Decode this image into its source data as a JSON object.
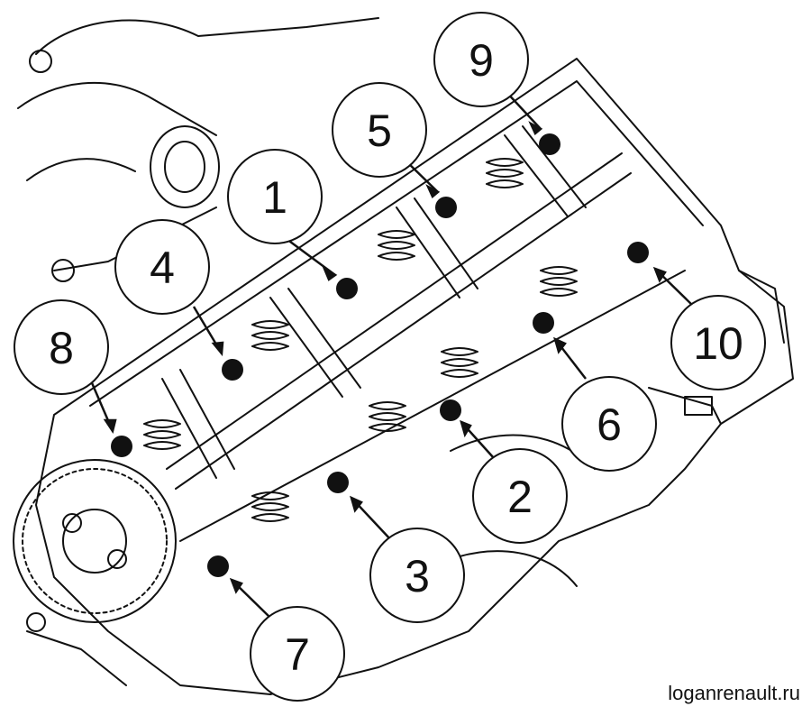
{
  "figure": {
    "callouts": [
      {
        "id": "1",
        "label": "1"
      },
      {
        "id": "2",
        "label": "2"
      },
      {
        "id": "3",
        "label": "3"
      },
      {
        "id": "4",
        "label": "4"
      },
      {
        "id": "5",
        "label": "5"
      },
      {
        "id": "6",
        "label": "6"
      },
      {
        "id": "7",
        "label": "7"
      },
      {
        "id": "8",
        "label": "8"
      },
      {
        "id": "9",
        "label": "9"
      },
      {
        "id": "10",
        "label": "10"
      }
    ]
  },
  "watermark": "loganrenault.ru",
  "colors": {
    "line": "#111111",
    "fill": "#ffffff",
    "bolt": "#111111"
  }
}
